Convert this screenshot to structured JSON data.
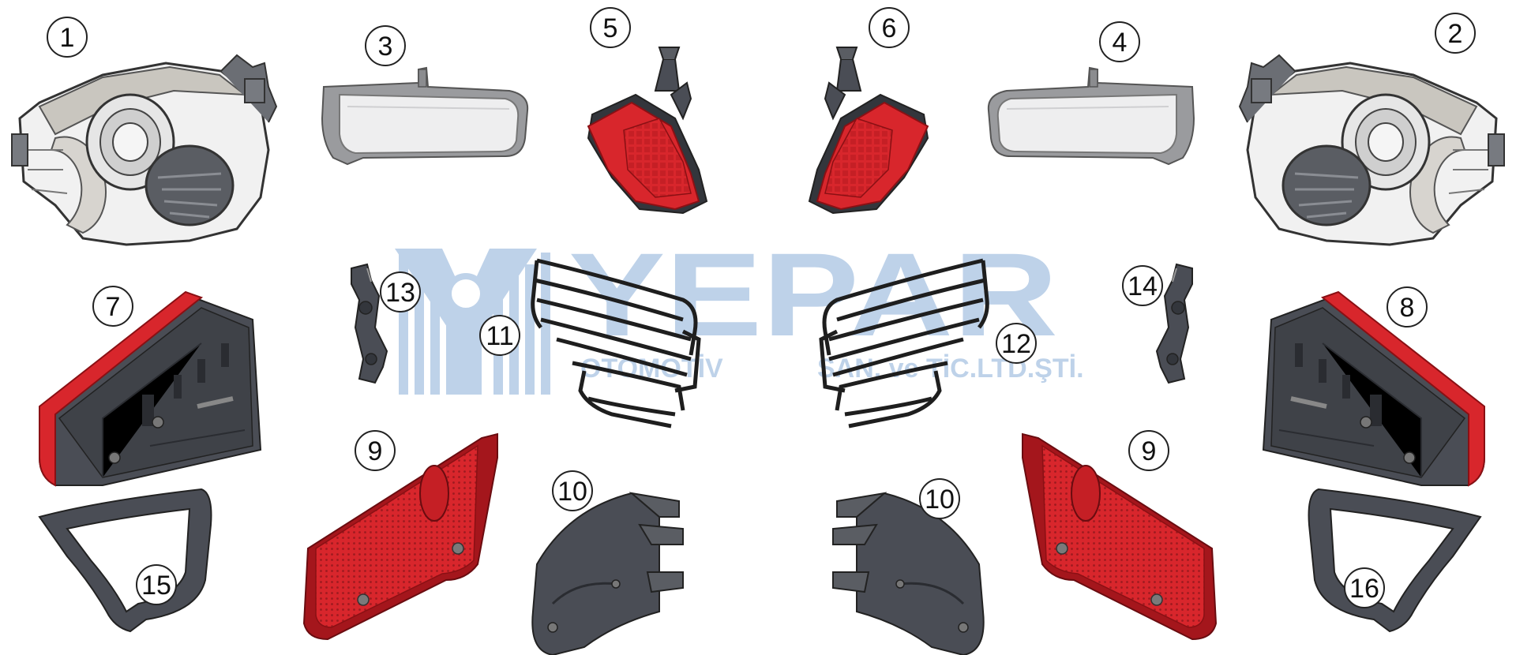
{
  "watermark": {
    "brand": "YEPAR",
    "line_left": "OTOMOTİV",
    "line_right": "SAN. ve TİC.LTD.ŞTİ.",
    "color": "#a9c4e2"
  },
  "colors": {
    "red": "#d8262c",
    "red_dark": "#a4161c",
    "housing": "#4a4d55",
    "housing_dark": "#33363c",
    "lens": "#e9eaec",
    "outline": "#2b2b2b"
  },
  "callouts": [
    {
      "label": "1",
      "part": "left headlight"
    },
    {
      "label": "2",
      "part": "right headlight"
    },
    {
      "label": "3",
      "part": "left fog lamp"
    },
    {
      "label": "4",
      "part": "right fog lamp"
    },
    {
      "label": "5",
      "part": "left red marker lamp"
    },
    {
      "label": "6",
      "part": "right red marker lamp"
    },
    {
      "label": "7",
      "part": "left tail lamp"
    },
    {
      "label": "8",
      "part": "right tail lamp"
    },
    {
      "label": "9",
      "part": "left rear reflector"
    },
    {
      "label": "9",
      "part": "right rear reflector"
    },
    {
      "label": "10",
      "part": "left cover"
    },
    {
      "label": "10",
      "part": "right cover"
    },
    {
      "label": "11",
      "part": "left lamp guard"
    },
    {
      "label": "12",
      "part": "right lamp guard"
    },
    {
      "label": "13",
      "part": "left bracket"
    },
    {
      "label": "14",
      "part": "right bracket"
    },
    {
      "label": "15",
      "part": "left frame"
    },
    {
      "label": "16",
      "part": "right frame"
    }
  ]
}
